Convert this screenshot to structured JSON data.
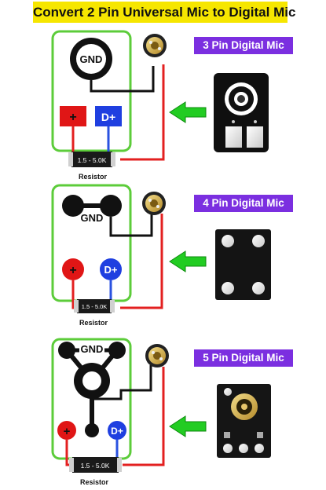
{
  "title": "Convert 2 Pin Universal Mic to Digital Mic",
  "sections": [
    {
      "label": "3 Pin Digital Mic",
      "pads": {
        "gnd": "GND",
        "plus": "+",
        "data": "D+"
      },
      "resistor": {
        "value": "1.5 - 5.0K",
        "caption": "Resistor"
      }
    },
    {
      "label": "4 Pin Digital Mic",
      "pads": {
        "gnd": "GND",
        "plus": "+",
        "data": "D+"
      },
      "resistor": {
        "value": "1.5 - 5.0K",
        "caption": "Resistor"
      }
    },
    {
      "label": "5 Pin Digital Mic",
      "pads": {
        "gnd": "GND",
        "plus": "+",
        "data": "D+"
      },
      "resistor": {
        "value": "1.5 - 5.0K",
        "caption": "Resistor"
      }
    }
  ],
  "colors": {
    "title_bg": "#f6e600",
    "label_bg": "#7b2fe0",
    "frame": "#5ccc3a",
    "wire_red": "#e32020",
    "wire_blue": "#2a52e0",
    "pad_red": "#e01616",
    "pad_blue": "#1f3fe0",
    "arrow_green": "#22cc22"
  }
}
